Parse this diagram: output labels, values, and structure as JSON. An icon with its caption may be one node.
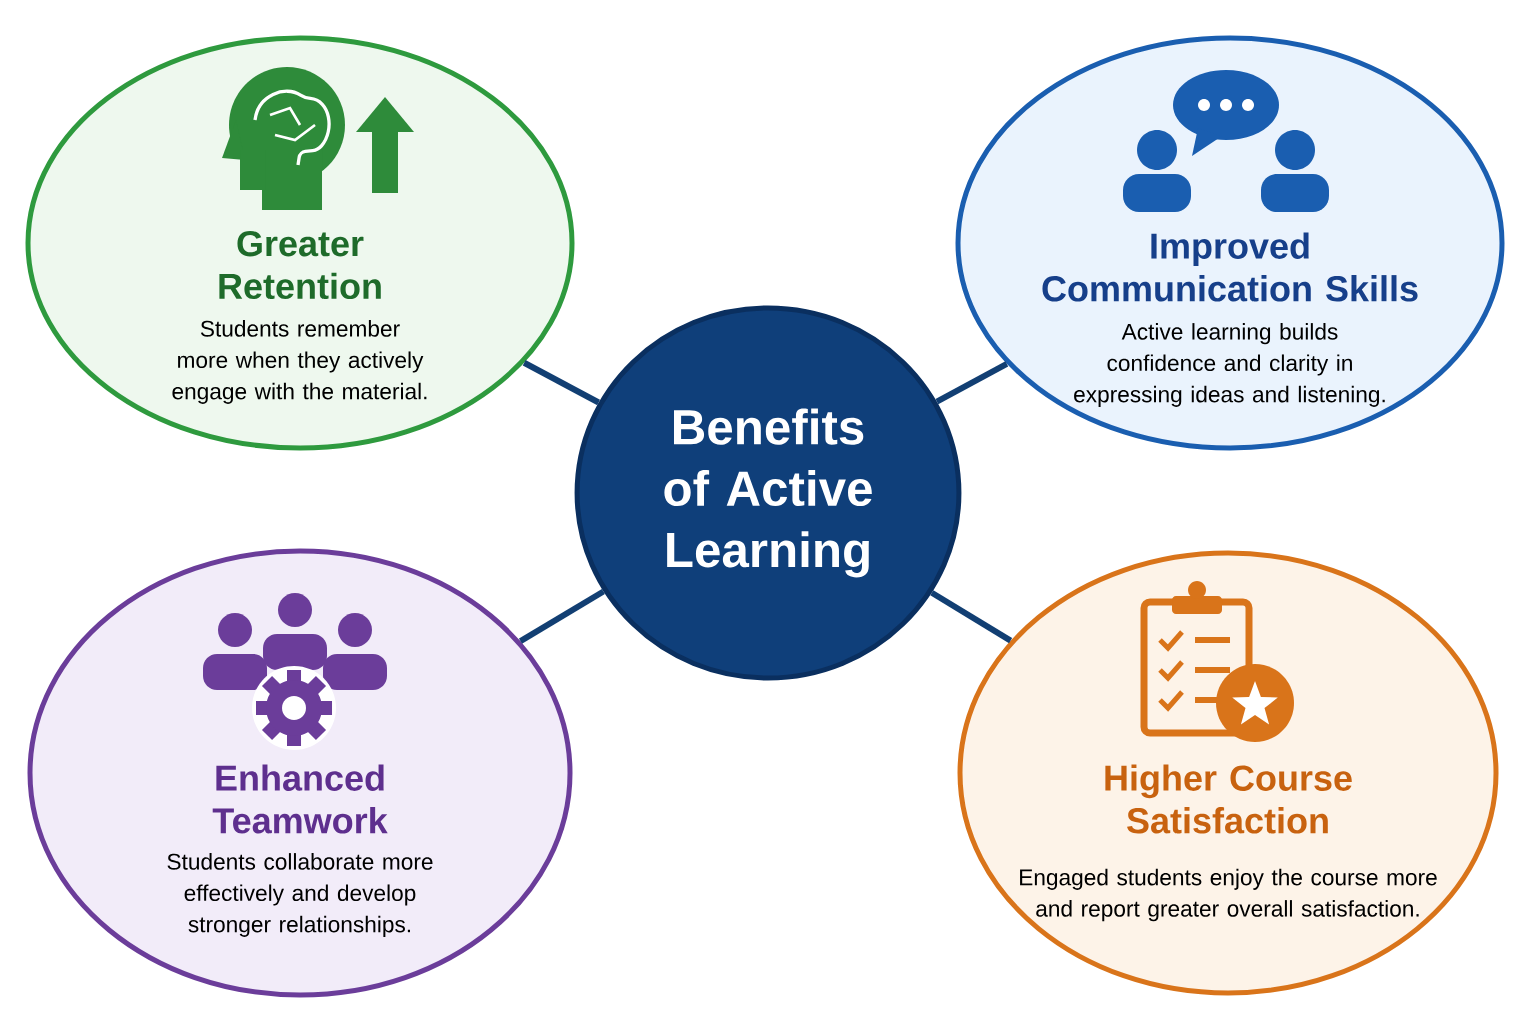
{
  "diagram": {
    "nodes": [
      {
        "text": [
          "Greater Retention",
          "Students remember more when they actively engage with the material."
        ]
      },
      {
        "text": [
          "Improved Communication Skills",
          "Active learning builds confidence and clarity in expressing ideas and listening."
        ]
      },
      {
        "text": [
          "Benefits of Active Learning"
        ]
      },
      {
        "text": [
          "Enhanced Teamwork",
          "Students collaborate more effectively and develop stronger relationships."
        ]
      },
      {
        "text": [
          "Higher Course Satisfaction",
          "Engaged students enjoy the course more and report greater overall satisfaction."
        ]
      }
    ],
    "edges": [
      {
        "from": 2,
        "to": 0,
        "arrow": "none"
      },
      {
        "from": 2,
        "to": 1,
        "arrow": "none"
      },
      {
        "from": 2,
        "to": 3,
        "arrow": "none"
      },
      {
        "from": 2,
        "to": 4,
        "arrow": "none"
      }
    ]
  }
}
